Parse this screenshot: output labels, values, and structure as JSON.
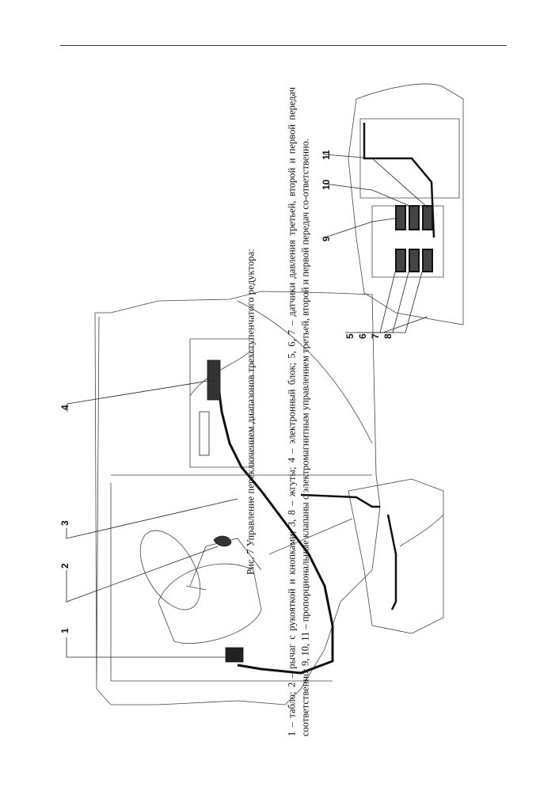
{
  "figure": {
    "title": "Рис. 7  Управление переключением диапазонов трехступенчатого редуктора:",
    "legend": "1 – табло; 2 – рычаг с рукояткой и кнопками; 3, 8 – жгуты; 4 – электронный блок; 5, 6, 7 – датчики давления третьей, второй и первой передач соответственно; 9, 10, 11 – пропорциональные клапаны с электромагнитным управлением третьей, второй и первой передач со-ответственно.",
    "callouts": [
      "1",
      "2",
      "3",
      "4",
      "5",
      "6",
      "7",
      "8",
      "9",
      "10",
      "11"
    ]
  }
}
